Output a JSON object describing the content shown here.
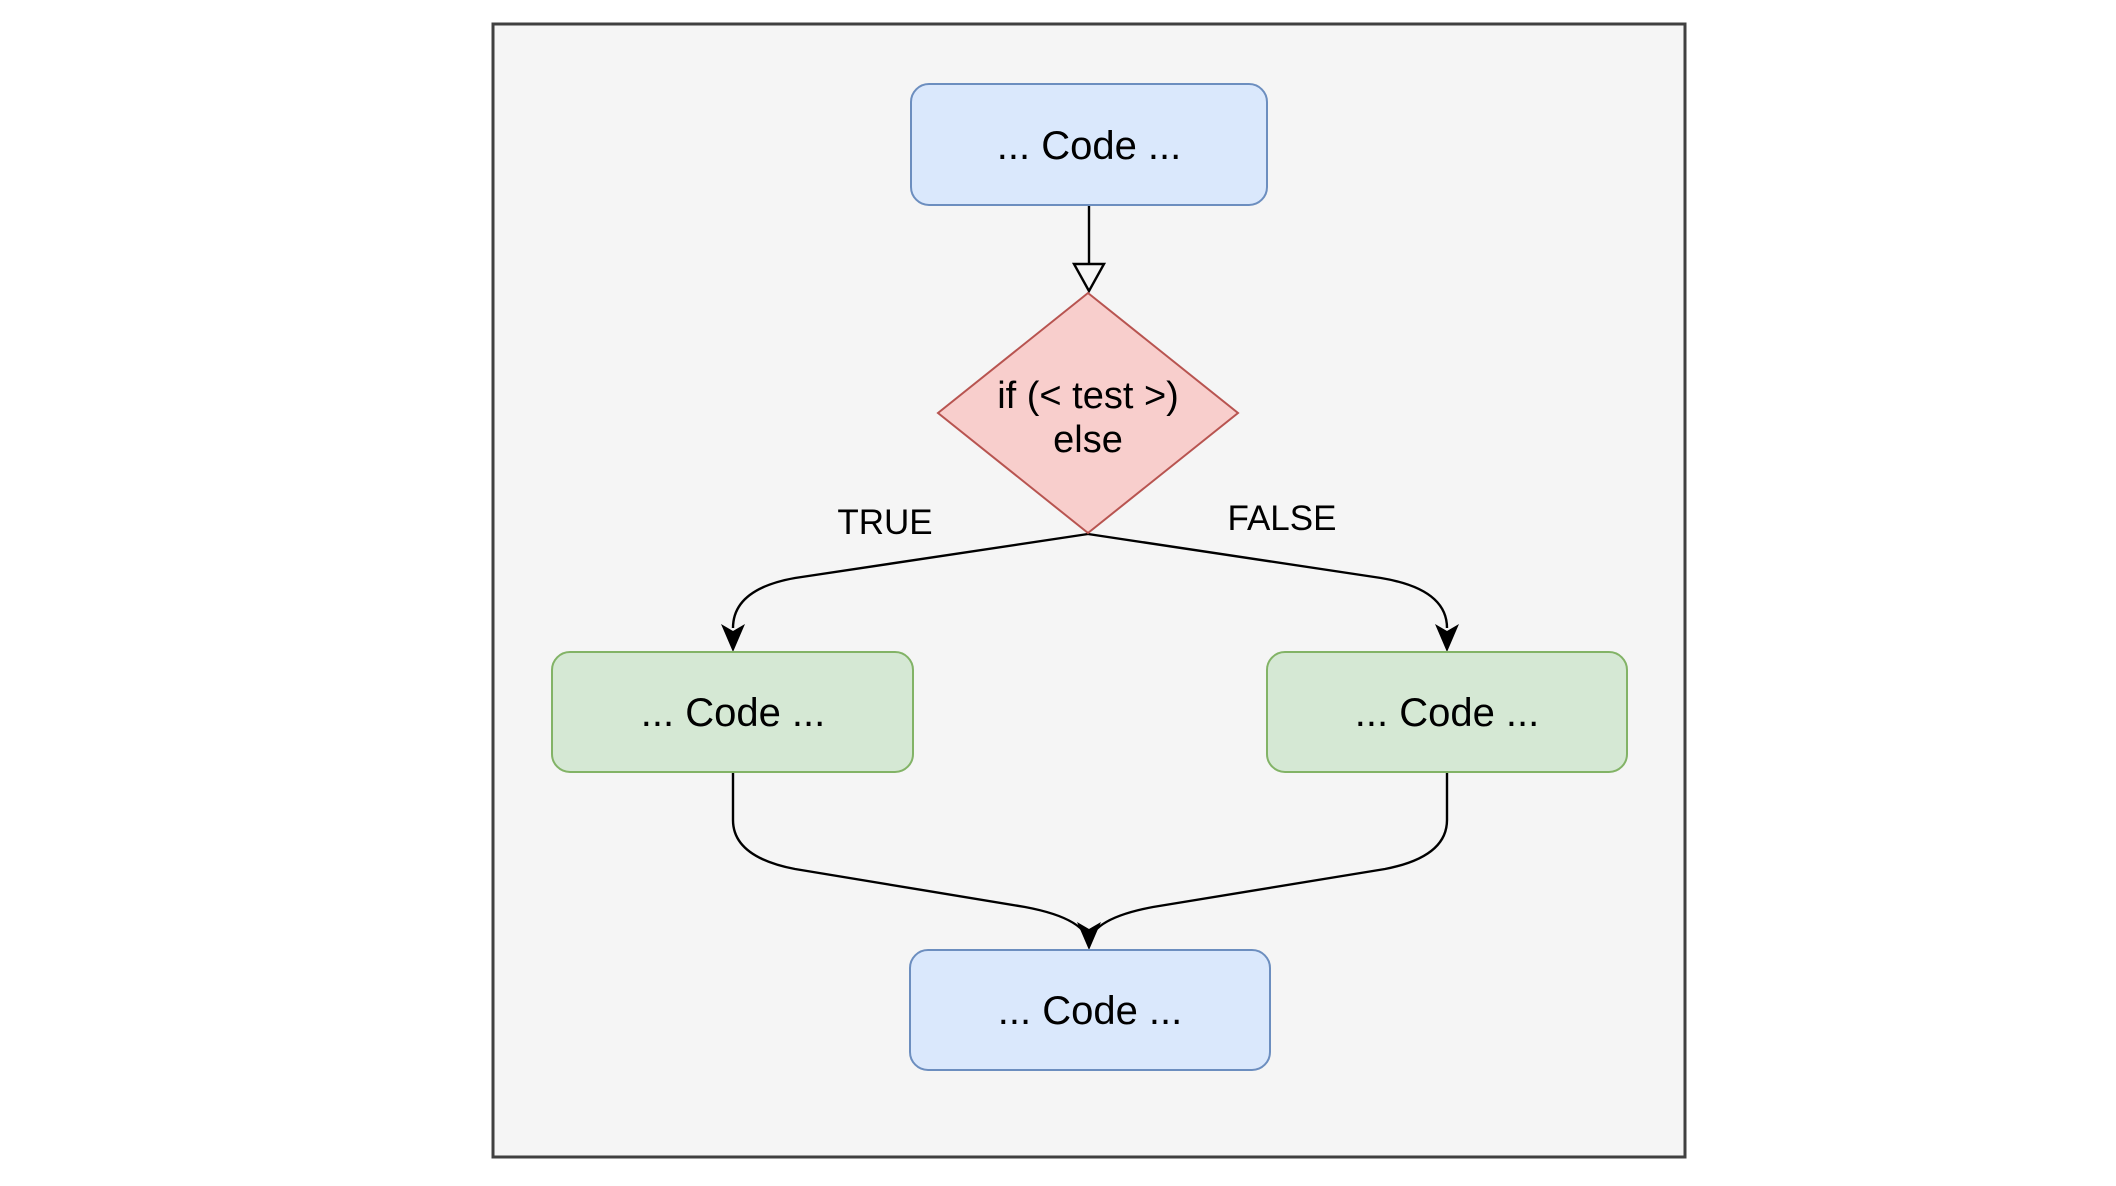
{
  "canvas": {
    "page_background": "#ffffff",
    "frame_fill": "#f5f5f5",
    "frame_border": "#404040"
  },
  "nodes": {
    "start": {
      "label": "... Code ...",
      "fill": "#dae8fc",
      "stroke": "#6c8ebf"
    },
    "decision": {
      "line1": "if (< test >)",
      "line2": "else",
      "fill": "#f8cecc",
      "stroke": "#b85450"
    },
    "true_branch": {
      "label": "... Code ...",
      "fill": "#d5e8d4",
      "stroke": "#82b366"
    },
    "false_branch": {
      "label": "... Code ...",
      "fill": "#d5e8d4",
      "stroke": "#82b366"
    },
    "end": {
      "label": "... Code ...",
      "fill": "#dae8fc",
      "stroke": "#6c8ebf"
    }
  },
  "edges": {
    "true_label": "TRUE",
    "false_label": "FALSE",
    "line_color": "#000000"
  }
}
